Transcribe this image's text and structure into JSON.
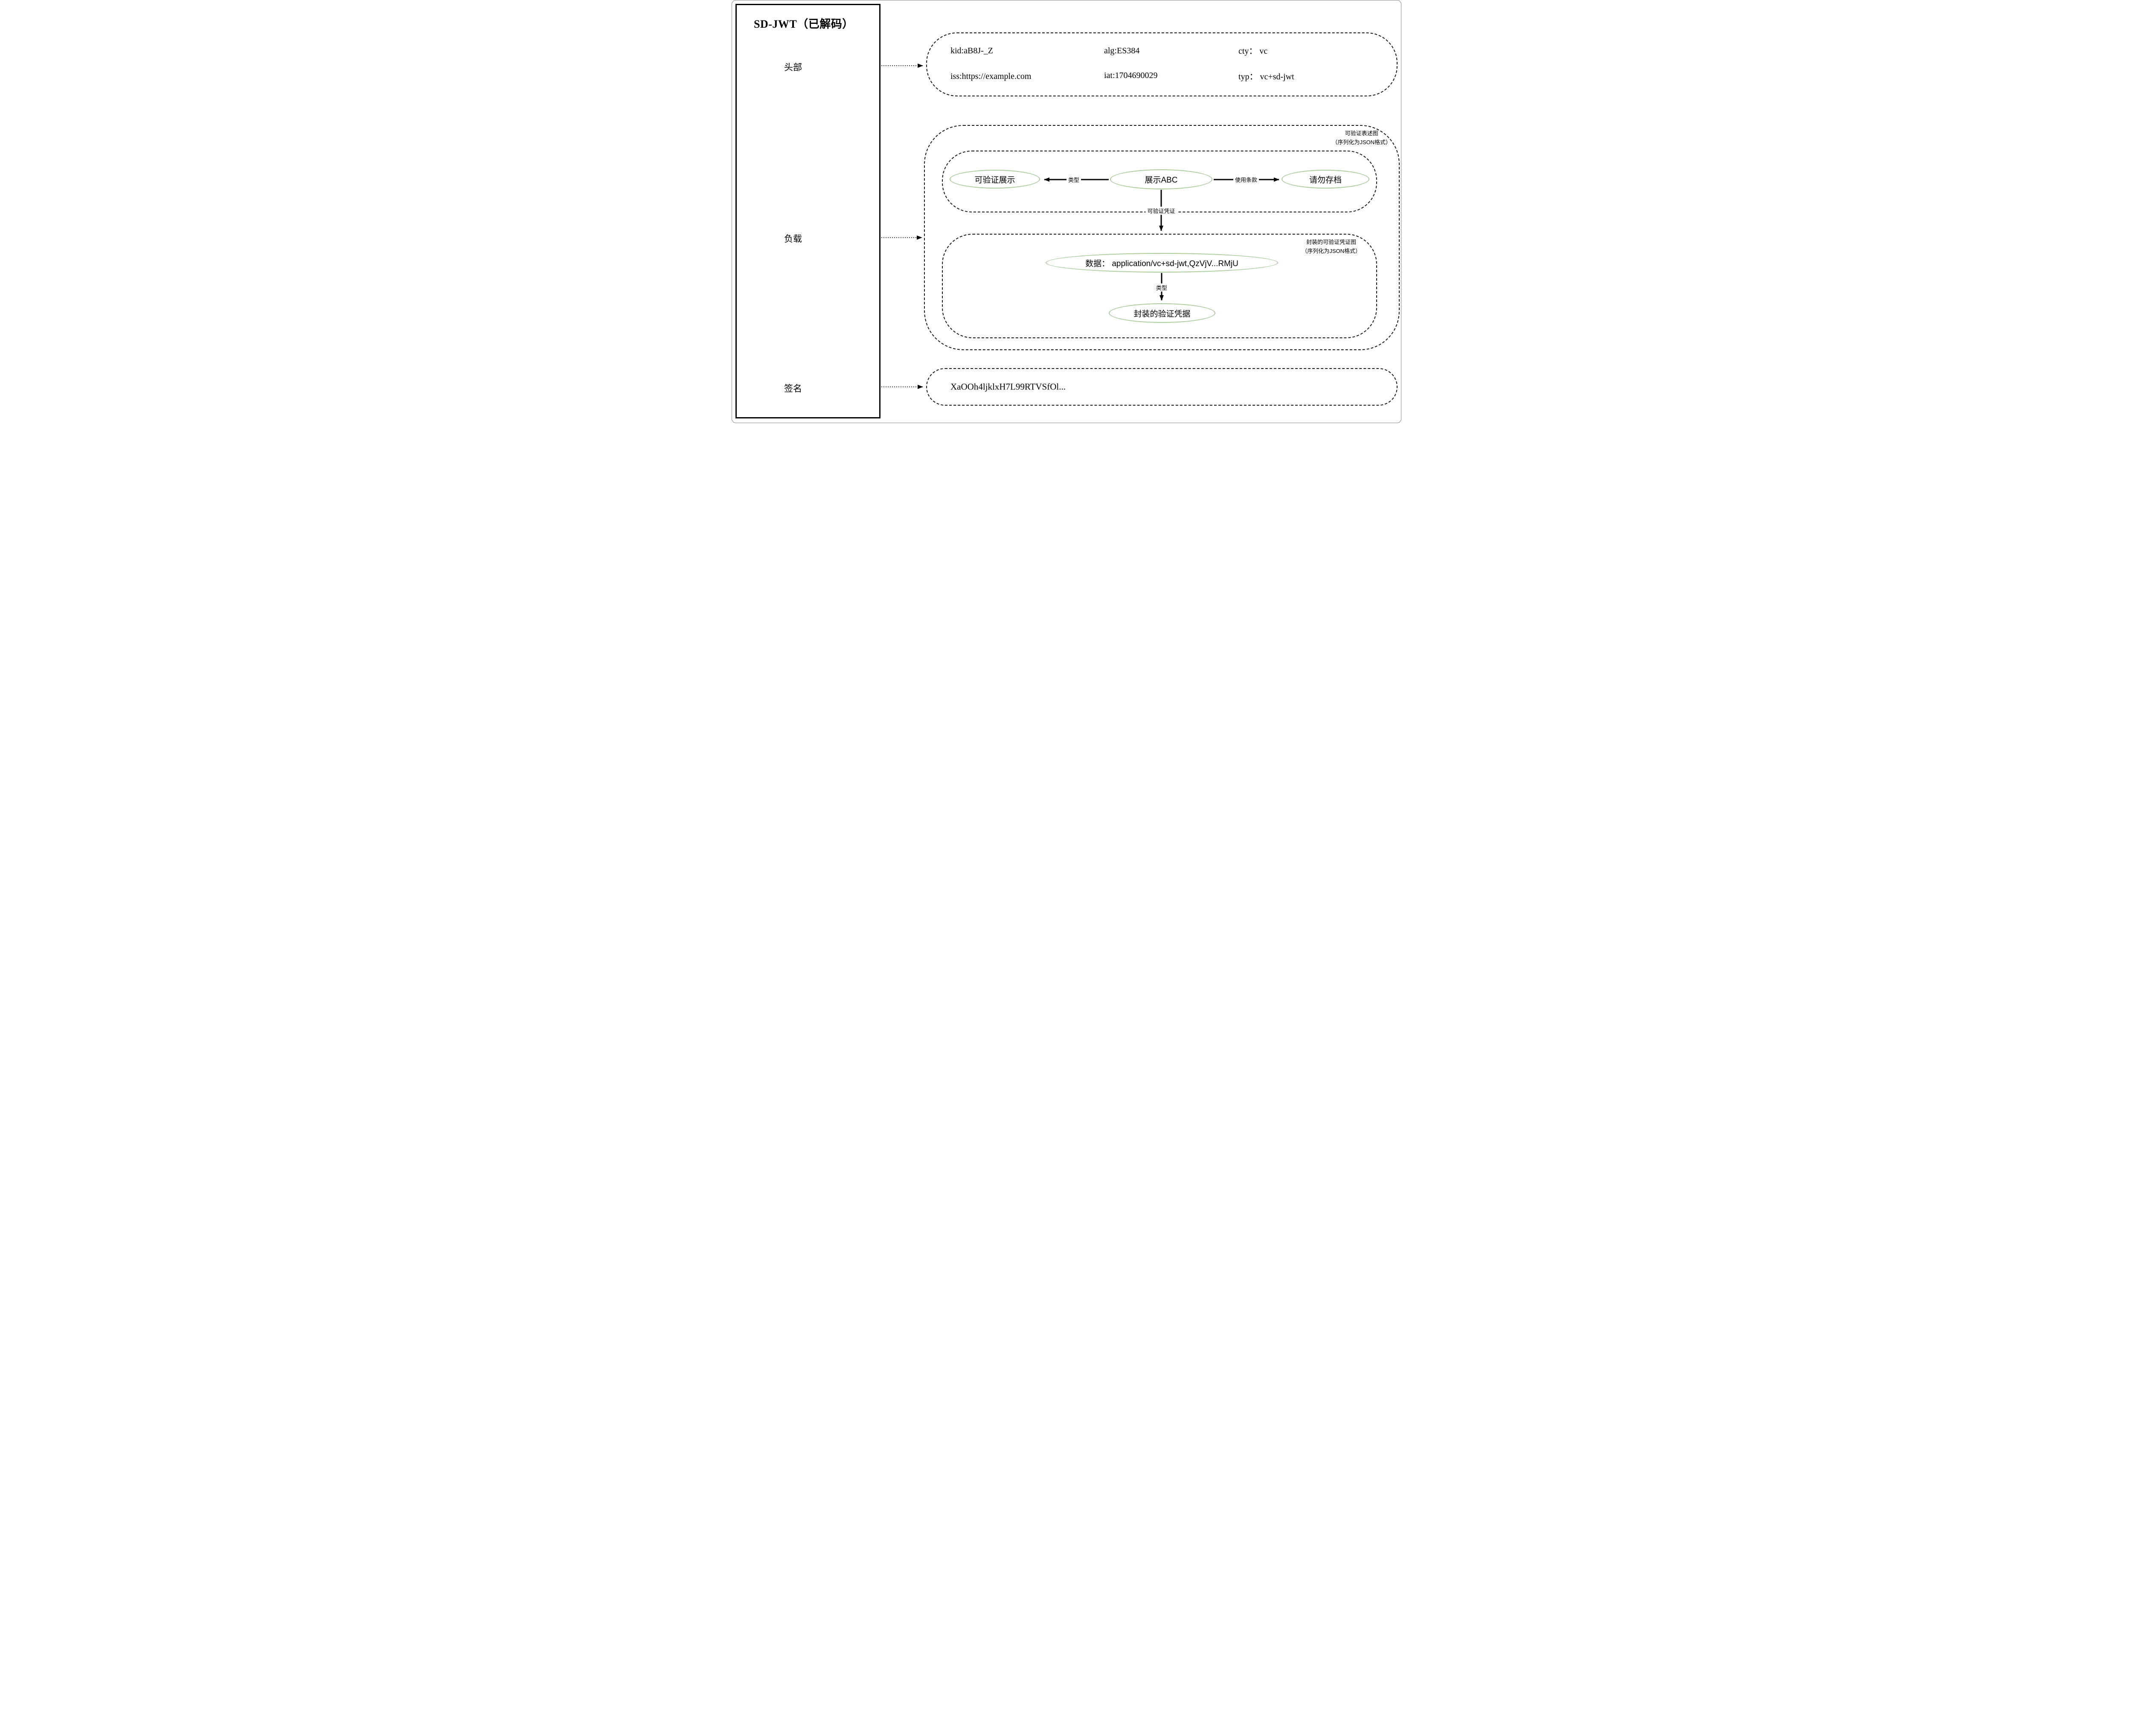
{
  "panel": {
    "title": "SD-JWT（已解码）",
    "header_label": "头部",
    "payload_label": "负载",
    "signature_label": "签名"
  },
  "header_box": {
    "row1": [
      "kid:aB8J-_Z",
      "alg:ES384",
      "cty： vc"
    ],
    "row2": [
      "iss:https://example.com",
      "iat:1704690029",
      "typ： vc+sd-jwt"
    ]
  },
  "payload_box": {
    "caption_line1": "可验证表述图",
    "caption_line2": "（序列化为JSON格式）",
    "vp_graph": {
      "left_node": "可验证展示",
      "center_node": "展示ABC",
      "right_node": "请勿存档",
      "type_edge": "类型",
      "terms_edge": "使用条款"
    },
    "vc_edge": "可验证凭证",
    "evc_graph": {
      "caption_line1": "封装的可验证凭证图",
      "caption_line2": "（序列化为JSON格式）",
      "data_node": "数据： application/vc+sd-jwt,QzVjV...RMjU",
      "type_edge": "类型",
      "cred_node": "封装的验证凭据"
    }
  },
  "signature_box": {
    "value": "XaOOh4ljklxH7L99RTVSfOl..."
  },
  "colors": {
    "node_border": "#a9cc9b",
    "line": "#000000"
  }
}
